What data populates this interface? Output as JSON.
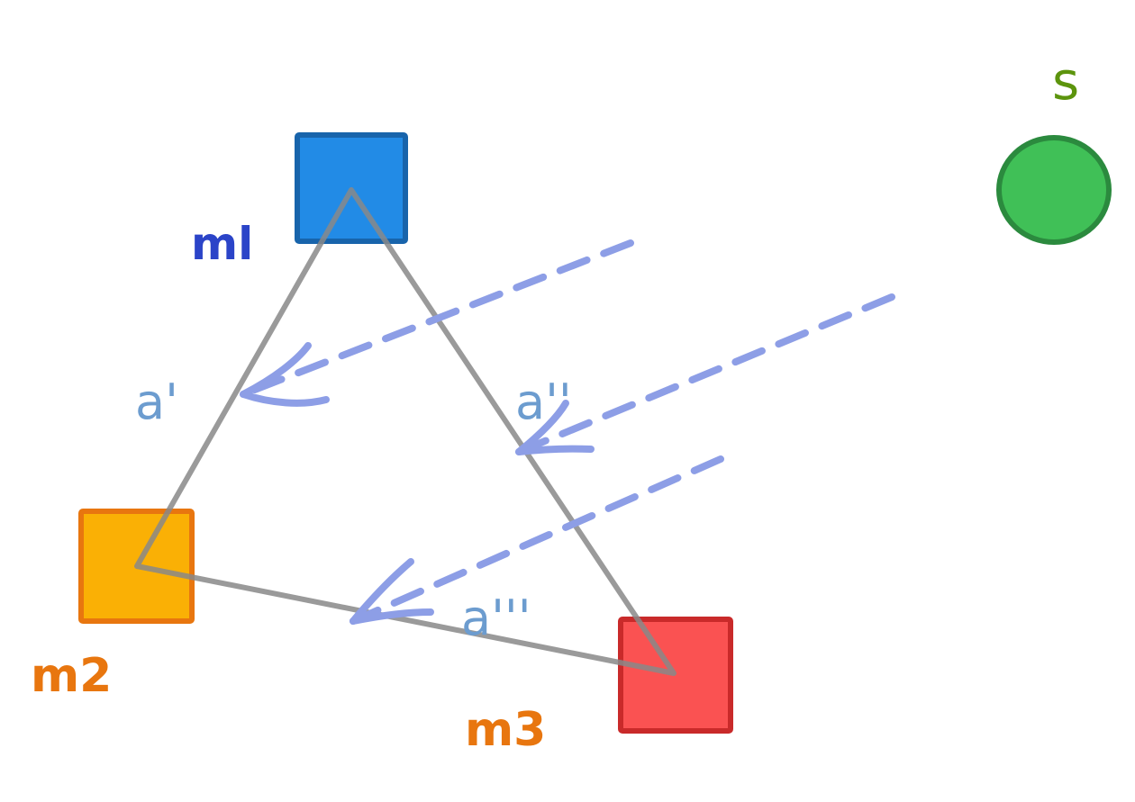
{
  "colors": {
    "m1_fill": "#228be6",
    "m1_stroke": "#1864ab",
    "m2_fill": "#fab005",
    "m2_stroke": "#e8760f",
    "m3_fill": "#fa5252",
    "m3_stroke": "#c92a2a",
    "s_fill": "#40c057",
    "s_stroke": "#2b8a3e",
    "triangle": "#888888",
    "arrow": "#8d9ee6",
    "a_label": "#6c9ccf",
    "m1_label": "#2b44c8",
    "m_label": "#e8760f",
    "s_label": "#5c940d"
  },
  "labels": {
    "m1": "ml",
    "m2": "m2",
    "m3": "m3",
    "s": "s",
    "a1": "a'",
    "a2": "a''",
    "a3": "a'''"
  }
}
